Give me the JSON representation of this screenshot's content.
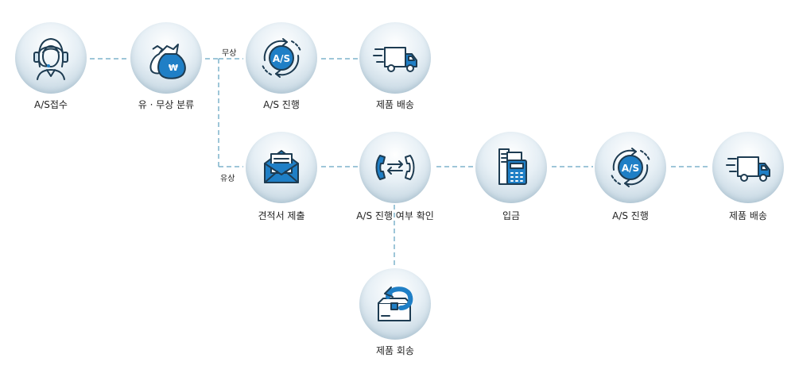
{
  "colors": {
    "line": "#7fb3cc",
    "icon_stroke": "#1e3c52",
    "icon_blue": "#1f7fc6",
    "icon_light": "#cfe3f0"
  },
  "branches": {
    "free": "무상",
    "paid": "유상"
  },
  "nodes": [
    {
      "id": "receipt",
      "label": "A/S접수",
      "icon": "headset-agent-icon"
    },
    {
      "id": "classify",
      "label": "유 · 무상 분류",
      "icon": "money-bag-icon"
    },
    {
      "id": "as-progress-free",
      "label": "A/S 진행",
      "icon": "as-cycle-icon",
      "badge": "A/S"
    },
    {
      "id": "delivery-free",
      "label": "제품 배송",
      "icon": "delivery-truck-icon"
    },
    {
      "id": "estimate",
      "label": "견적서 제출",
      "icon": "envelope-icon"
    },
    {
      "id": "confirm",
      "label": "A/S 진행 여부 확인",
      "icon": "phone-exchange-icon"
    },
    {
      "id": "deposit",
      "label": "입금",
      "icon": "payment-terminal-icon"
    },
    {
      "id": "as-progress-paid",
      "label": "A/S 진행",
      "icon": "as-cycle-icon",
      "badge": "A/S"
    },
    {
      "id": "delivery-paid",
      "label": "제품 배송",
      "icon": "delivery-truck-icon"
    },
    {
      "id": "return",
      "label": "제품 회송",
      "icon": "return-box-icon"
    }
  ]
}
